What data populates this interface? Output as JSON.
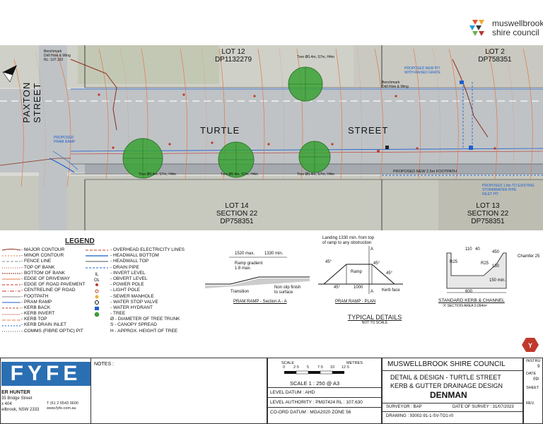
{
  "logo": {
    "line1": "muswellbrook",
    "line2": "shire council"
  },
  "plan": {
    "lots": [
      {
        "text": "LOT 12",
        "sub": "DP1132279"
      },
      {
        "text": "LOT 2",
        "sub": "DP758351"
      },
      {
        "text": "LOT 14",
        "sub": "SECTION 22",
        "sub2": "DP758351"
      },
      {
        "text": "LOT 13",
        "sub": "SECTION 22",
        "sub2": "DP758351"
      }
    ],
    "streets": {
      "turtle": "TURTLE",
      "street": "STREET",
      "paxton": "PAXTON",
      "paxton_street": "STREET"
    },
    "annotations": {
      "benchmark_left": "Benchmark",
      "benchmark_left2": "Drill Hole & Wing",
      "benchmark_left3": "RL: 107.192",
      "benchmark_right": "Benchmark",
      "benchmark_right2": "Drill Hole & Wing",
      "proposed_pit": "PROPOSED NEW PIT",
      "proposed_pit2": "WITH RAISED GRATE",
      "proposed_ramp": "PROPOSED",
      "proposed_ramp2": "PRAM RAMP",
      "footpath": "PROPOSED NEW 2.5m FOOTPATH",
      "proposed_stormwater": "PROPOSED 1.8m TO EXISTING",
      "proposed_stormwater2": "STORMWATER PIPE",
      "proposed_stormwater3": "INLET PIT",
      "tree1": "Tree Ø0.4m, S7m, H4m",
      "tree2": "Tree Ø0.4m, S7m, H4m",
      "tree3": "Tree Ø0.4m, S7m, H4m",
      "tree4": "Tree Ø0.4m, S7m, H4m"
    }
  },
  "legend": {
    "title": "LEGEND",
    "left": [
      "- MAJOR CONTOUR",
      "- MINOR CONTOUR",
      "- FENCE LINE",
      "- TOP OF BANK",
      "- BOTTOM OF BANK",
      "- EDGE OF DRIVEWAY",
      "- EDGE OF ROAD PAVEMENT",
      "- CENTRELINE OF ROAD",
      "- FOOTPATH",
      "- PRAM RAMP",
      "- KERB BACK",
      "- KERB INVERT",
      "- KERB TOP",
      "- KERB DRAIN INLET",
      "- COMMS (FIBRE OPTIC) PIT"
    ],
    "right": [
      "- OVERHEAD ELECTRICITY LINES",
      "- HEADWALL BOTTOM",
      "- HEADWALL TOP",
      "- DRAIN PIPE",
      "- INVERT LEVEL",
      "- OBVERT LEVEL",
      "- POWER POLE",
      "- LIGHT POLE",
      "- SEWER MANHOLE",
      "- WATER STOP VALVE",
      "- WATER HYDRANT",
      "- TREE",
      "Ø - DIAMETER OF TREE TRUNK",
      "S  - CANOPY SPREAD",
      "H  - APPROX. HEIGHT OF TREE"
    ],
    "right_symbols": [
      "E",
      "",
      "",
      "",
      "IL",
      "OL",
      "",
      "",
      "",
      "",
      "",
      "",
      "",
      "",
      ""
    ]
  },
  "details": {
    "ramp_section": {
      "dim1": "1520 max.",
      "dim2": "1330 min.",
      "gradient": "Ramp gradient",
      "gradient2": "1:8 max.",
      "transition": "Transition",
      "nonslip": "Non slip finish",
      "nonslip2": "to surface",
      "caption": "PRAM RAMP - Section A - A"
    },
    "ramp_plan": {
      "landing": "Landing 1330 min. from top",
      "landing2": "of ramp to any obstruction",
      "ramp": "Ramp",
      "a1": "A",
      "a2": "A",
      "angle1": "45°",
      "angle2": "45°",
      "angle3": "45°",
      "angle4": "45°",
      "dim": "1000",
      "kerbface": "Kerb face",
      "caption": "PRAM RAMP - PLAN"
    },
    "kerb": {
      "d110": "110",
      "d40": "40",
      "d450": "450",
      "chamfer": "Chamfer 25",
      "r25a": "R25",
      "r25b": "R25",
      "d150": "150",
      "d150min": "150 min.",
      "d600": "600",
      "caption": "STANDARD KERB & CHANNEL",
      "area": "'X' SECTION AREA 0.094m²"
    },
    "typical": "TYPICAL DETAILS",
    "nts": "NOT TO SCALE"
  },
  "title_block": {
    "company": "FYFE",
    "contact1": "ER HUNTER",
    "contact2": "35 Bridge Street",
    "contact3": "x 404",
    "contact4": "ellbrook, NSW 2333",
    "phone": "T (61 2 6543 3600",
    "web": "www.fyfe.com.au",
    "notes": "NOTES :",
    "scale_label": "SCALE",
    "metres": "METRES",
    "scale_ticks": [
      "0",
      "2·5",
      "5",
      "7·5",
      "10",
      "12·5"
    ],
    "scale_text": "SCALE  1 : 250 @ A3",
    "level_datum": "LEVEL DATUM : AHD",
    "level_authority": "LEVEL AUTHORITY : PM37424 RL : 107.630",
    "coord_datum": "CO-ORD DATUM : MGA2020  ZONE 56",
    "council": "MUSWELLBROOK SHIRE COUNCIL",
    "title1": "DETAIL & DESIGN - TURTLE STREET",
    "title2": "KERB & GUTTER DRAINAGE DESIGN",
    "title3": "DENMAN",
    "surveyor": "SURVEYOR : BAP",
    "date_survey": "DATE OF SURVEY : 31/07/2023",
    "drawing": "DRAWING : 93002-91-1-SV-TO1-r0",
    "instr": "INSTRU",
    "instr_val": "9",
    "date": "DATE",
    "date_val": "09/",
    "sheet": "SHEET",
    "rev": "REV."
  },
  "colors": {
    "contour": "#e07a4a",
    "blue": "#1b5fd0",
    "tree": "#3aa335",
    "road": "#bfc3c6"
  }
}
